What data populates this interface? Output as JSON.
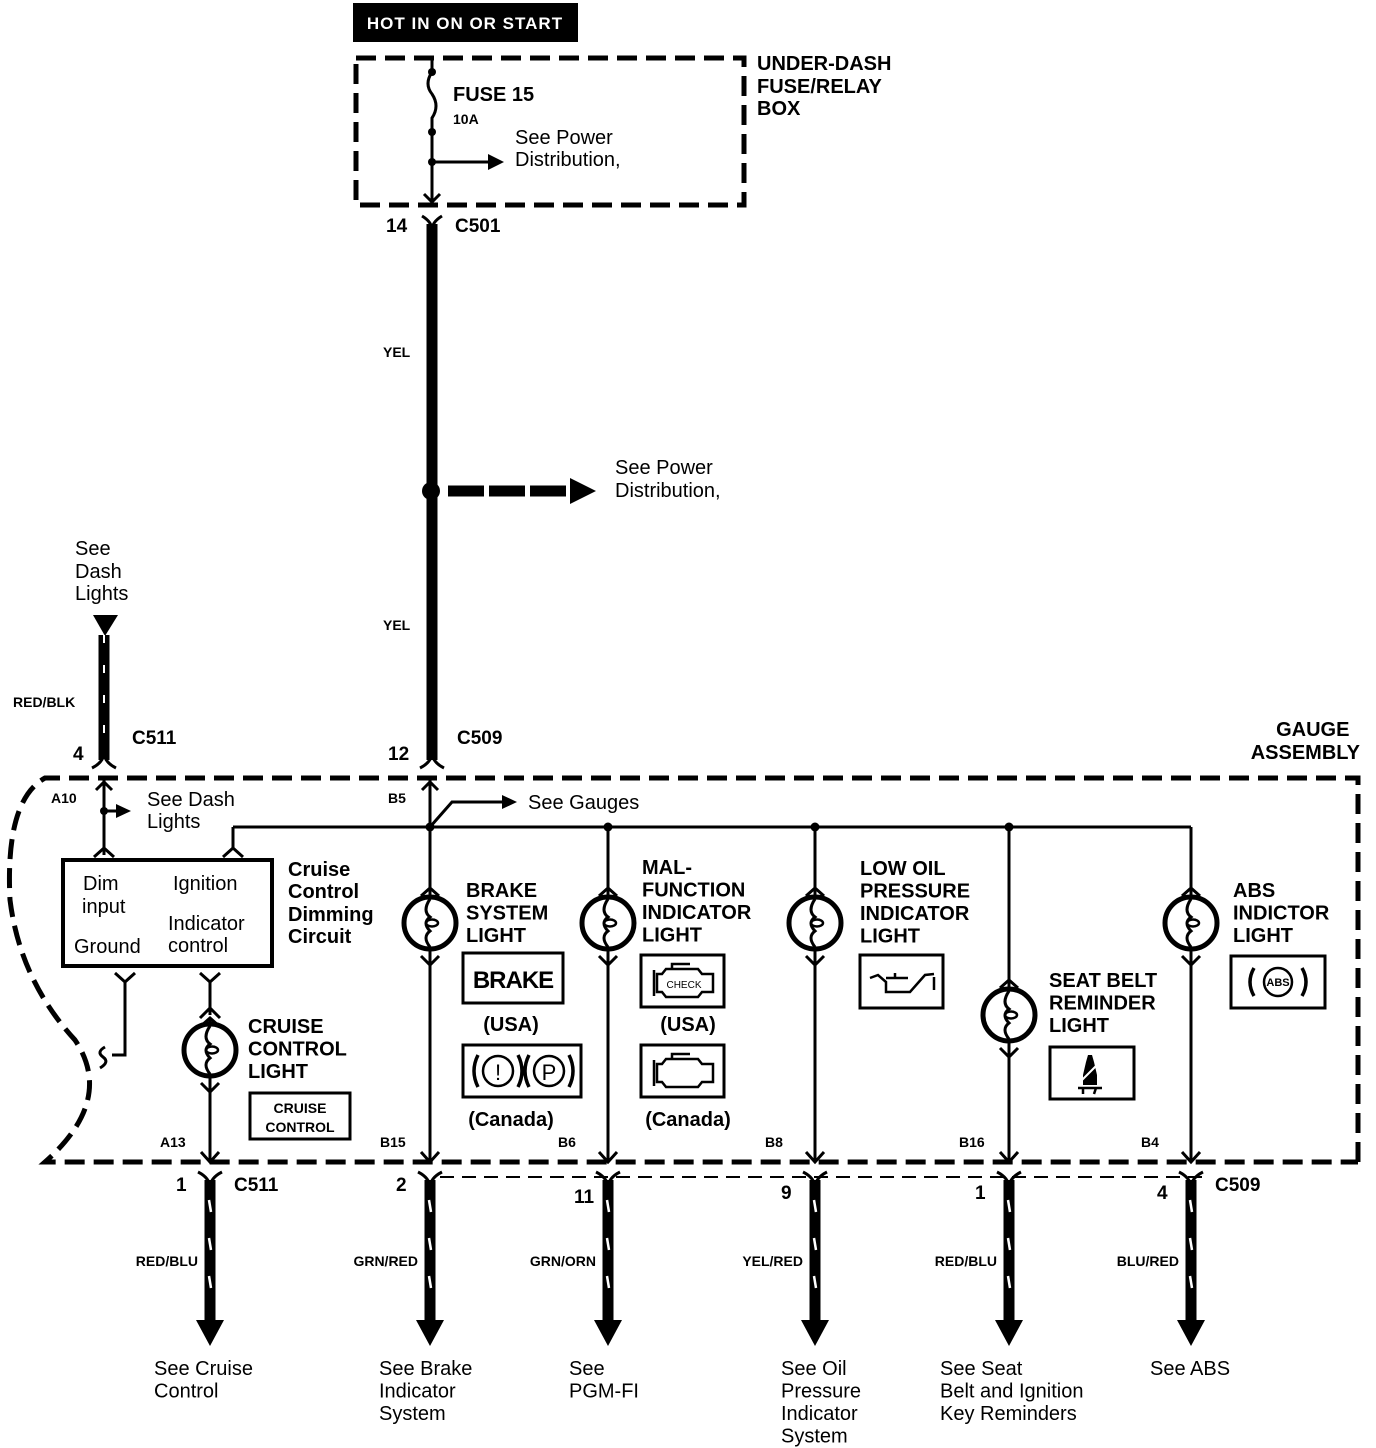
{
  "header": {
    "hot_label": "HOT IN ON OR START"
  },
  "fuse_box": {
    "title_lines": [
      "UNDER-DASH",
      "FUSE/RELAY",
      "BOX"
    ],
    "fuse_name": "FUSE 15",
    "fuse_rating": "10A",
    "note_lines": [
      "See Power",
      "Distribution,"
    ]
  },
  "c501": {
    "connector": "C501",
    "pin": "14"
  },
  "main_feed": {
    "wire_color_upper": "YEL",
    "wire_color_lower": "YEL",
    "splice_note_lines": [
      "See Power",
      "Distribution,"
    ]
  },
  "dash_lights_feed": {
    "note_lines": [
      "See",
      "Dash",
      "Lights"
    ],
    "wire_color": "RED/BLK",
    "connector": "C511",
    "pin": "4"
  },
  "c509_top": {
    "connector": "C509",
    "pin": "12"
  },
  "gauge_assembly": {
    "title_lines": [
      "GAUGE",
      "ASSEMBLY"
    ],
    "terminal_a10": "A10",
    "terminal_b5": "B5",
    "see_dash_lights_lines": [
      "See Dash",
      "Lights"
    ],
    "see_gauges": "See Gauges",
    "dimming_circuit": {
      "title_lines": [
        "Cruise",
        "Control",
        "Dimming",
        "Circuit"
      ],
      "dim_input_lines": [
        "Dim",
        "input"
      ],
      "ground": "Ground",
      "ignition": "Ignition",
      "indicator_control_lines": [
        "Indicator",
        "control"
      ]
    }
  },
  "lights": [
    {
      "id": "cruise",
      "title_lines": [
        "CRUISE",
        "CONTROL",
        "LIGHT"
      ],
      "terminal": "A13",
      "pin": "1",
      "connector": "C511",
      "wire_color": "RED/BLU",
      "see_lines": [
        "See Cruise",
        "Control"
      ],
      "icon_text_lines": [
        "CRUISE",
        "CONTROL"
      ]
    },
    {
      "id": "brake",
      "title_lines": [
        "BRAKE",
        "SYSTEM",
        "LIGHT"
      ],
      "terminal": "B15",
      "pin": "2",
      "wire_color": "GRN/RED",
      "see_lines": [
        "See Brake",
        "Indicator",
        "System"
      ],
      "icon_usa_text": "BRAKE",
      "variant_usa": "(USA)",
      "variant_canada": "(Canada)",
      "canada_icon_glyphs": [
        "!",
        "P"
      ]
    },
    {
      "id": "mil",
      "title_lines": [
        "MAL-",
        "FUNCTION",
        "INDICATOR",
        "LIGHT"
      ],
      "terminal": "B6",
      "pin": "11",
      "wire_color": "GRN/ORN",
      "see_lines": [
        "See",
        "PGM-FI"
      ],
      "icon_usa_text": "CHECK",
      "variant_usa": "(USA)",
      "variant_canada": "(Canada)"
    },
    {
      "id": "oil",
      "title_lines": [
        "LOW OIL",
        "PRESSURE",
        "INDICATOR",
        "LIGHT"
      ],
      "terminal": "B8",
      "pin": "9",
      "wire_color": "YEL/RED",
      "see_lines": [
        "See Oil",
        "Pressure",
        "Indicator",
        "System"
      ]
    },
    {
      "id": "seatbelt",
      "title_lines": [
        "SEAT BELT",
        "REMINDER",
        "LIGHT"
      ],
      "terminal": "B16",
      "pin": "1",
      "wire_color": "RED/BLU",
      "see_lines": [
        "See Seat",
        "Belt and Ignition",
        "Key Reminders"
      ]
    },
    {
      "id": "abs",
      "title_lines": [
        "ABS",
        "INDICTOR",
        "LIGHT"
      ],
      "terminal": "B4",
      "pin": "4",
      "connector": "C509",
      "wire_color": "BLU/RED",
      "see_lines": [
        "See ABS"
      ],
      "icon_text": "ABS"
    }
  ]
}
